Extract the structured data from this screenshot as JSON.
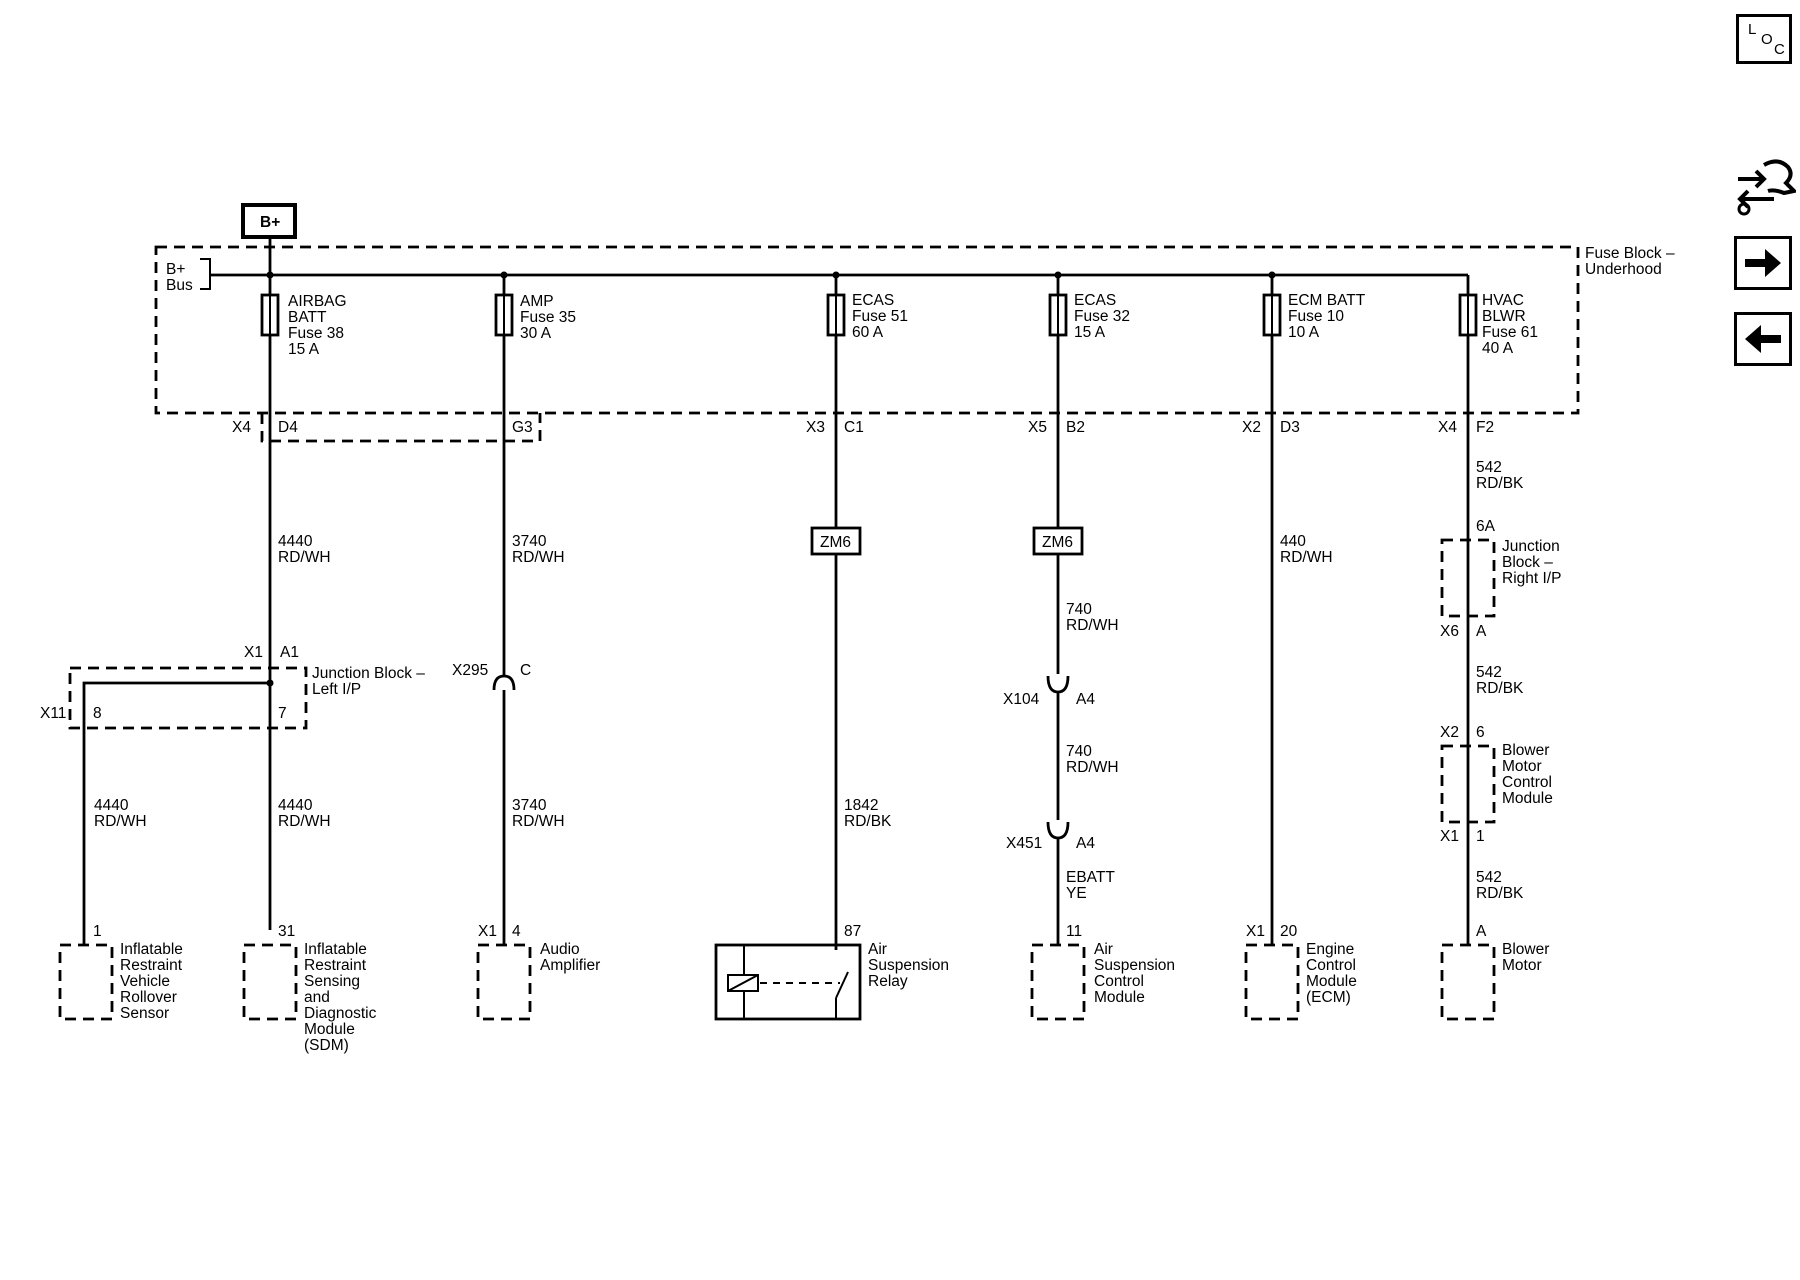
{
  "title_badge": "B+",
  "fuse_block": {
    "label1": "Fuse Block –",
    "label2": "Underhood",
    "bus1": "B+",
    "bus2": "Bus"
  },
  "fuses": [
    {
      "l1": "AIRBAG",
      "l2": "BATT",
      "l3": "Fuse 38",
      "l4": "15 A",
      "conn": "X4",
      "pin": "D4"
    },
    {
      "l1": "AMP",
      "l2": "Fuse 35",
      "l3": "30 A",
      "l4": "",
      "conn": "",
      "pin": "G3"
    },
    {
      "l1": "ECAS",
      "l2": "Fuse 51",
      "l3": "60 A",
      "l4": "",
      "conn": "X3",
      "pin": "C1"
    },
    {
      "l1": "ECAS",
      "l2": "Fuse 32",
      "l3": "15 A",
      "l4": "",
      "conn": "X5",
      "pin": "B2"
    },
    {
      "l1": "ECM BATT",
      "l2": "Fuse 10",
      "l3": "10 A",
      "l4": "",
      "conn": "X2",
      "pin": "D3"
    },
    {
      "l1": "HVAC",
      "l2": "BLWR",
      "l3": "Fuse 61",
      "l4": "40 A",
      "conn": "X4",
      "pin": "F2"
    }
  ],
  "wires": [
    {
      "n": "4440",
      "c": "RD/WH"
    },
    {
      "n": "3740",
      "c": "RD/WH"
    },
    {
      "n": "440",
      "c": "RD/WH"
    },
    {
      "n": "542",
      "c": "RD/BK"
    },
    {
      "n": "740",
      "c": "RD/WH"
    },
    {
      "n": "740",
      "c": "RD/WH"
    },
    {
      "n": "EBATT",
      "c": "YE"
    },
    {
      "n": "542",
      "c": "RD/BK"
    },
    {
      "n": "4440",
      "c": "RD/WH"
    },
    {
      "n": "4440",
      "c": "RD/WH"
    },
    {
      "n": "3740",
      "c": "RD/WH"
    },
    {
      "n": "1842",
      "c": "RD/BK"
    },
    {
      "n": "542",
      "c": "RD/BK"
    }
  ],
  "splices": [
    "ZM6",
    "ZM6"
  ],
  "junction_left": {
    "l1": "Junction Block –",
    "l2": "Left I/P",
    "conn_top": "X1",
    "pin_top": "A1",
    "conn_bot": "X11",
    "pin_b1": "8",
    "pin_b2": "7"
  },
  "junction_right": {
    "l1": "Junction",
    "l2": "Block –",
    "l3": "Right I/P",
    "pin_top": "6A",
    "conn_bot": "X6",
    "pin_bot": "A"
  },
  "inline_connectors": [
    {
      "conn": "X295",
      "pin": "C"
    },
    {
      "conn": "X104",
      "pin": "A4"
    },
    {
      "conn": "X451",
      "pin": "A4"
    }
  ],
  "blower_control": {
    "l1": "Blower",
    "l2": "Motor",
    "l3": "Control",
    "l4": "Module",
    "conn_top": "X2",
    "pin_top": "6",
    "conn_bot": "X1",
    "pin_bot": "1"
  },
  "components": [
    {
      "pin": "1",
      "conn": "",
      "lines": [
        "Inflatable",
        "Restraint",
        "Vehicle",
        "Rollover",
        "Sensor"
      ]
    },
    {
      "pin": "31",
      "conn": "",
      "lines": [
        "Inflatable",
        "Restraint",
        "Sensing",
        "and",
        "Diagnostic",
        "Module",
        "(SDM)"
      ]
    },
    {
      "pin": "4",
      "conn": "X1",
      "lines": [
        "Audio",
        "Amplifier"
      ]
    },
    {
      "pin": "87",
      "conn": "",
      "lines": [
        "Air",
        "Suspension",
        "Relay"
      ]
    },
    {
      "pin": "11",
      "conn": "",
      "lines": [
        "Air",
        "Suspension",
        "Control",
        "Module"
      ]
    },
    {
      "pin": "20",
      "conn": "X1",
      "lines": [
        "Engine",
        "Control",
        "Module",
        "(ECM)"
      ]
    },
    {
      "pin": "A",
      "conn": "",
      "lines": [
        "Blower",
        "Motor"
      ]
    }
  ],
  "side_buttons": {
    "loc": [
      "L",
      "O",
      "C"
    ],
    "icons": [
      "wrench-hand-icon",
      "arrow-right-icon",
      "arrow-left-icon"
    ]
  }
}
